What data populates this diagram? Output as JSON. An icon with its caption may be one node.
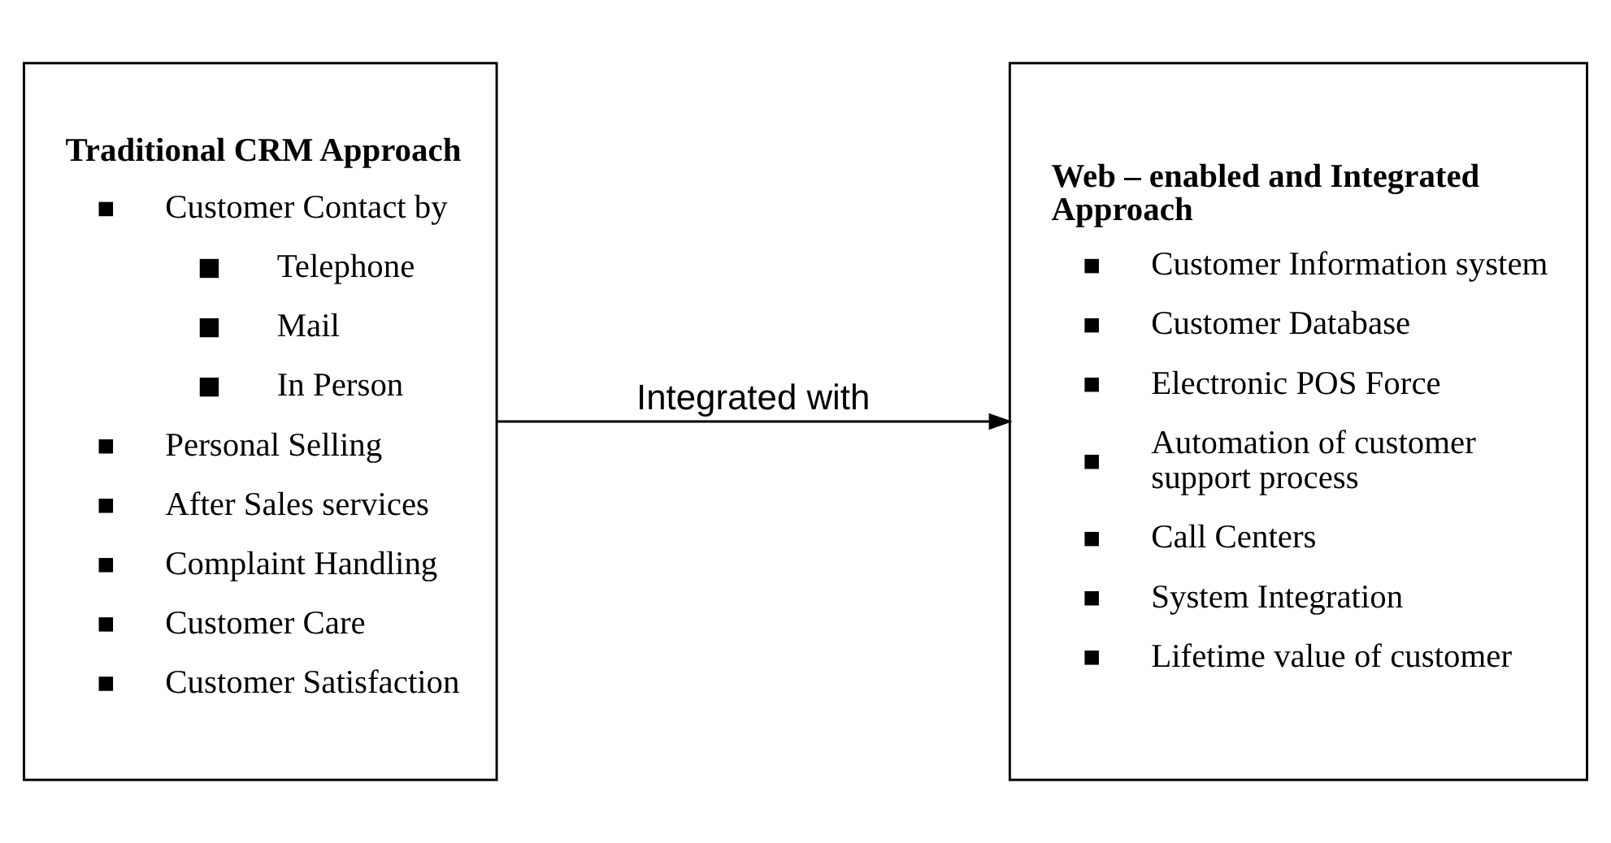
{
  "diagram": {
    "nodes": [
      {
        "text": [
          "Traditional CRM Approach",
          "Customer Contact by",
          "Telephone",
          "Mail",
          "In Person",
          "Personal Selling",
          "After Sales services",
          "Complaint Handling",
          "Customer Care",
          "Customer Satisfaction"
        ]
      },
      {
        "text": [
          "Web – enabled and Integrated Approach",
          "Customer Information system",
          "Customer Database",
          "Electronic POS Force",
          "Automation of customer support process",
          "Call Centers",
          "System Integration",
          "Lifetime value of customer"
        ]
      }
    ],
    "edges": [
      {
        "from": 0,
        "to": 1,
        "arrow": "to",
        "label": "Integrated with"
      }
    ]
  }
}
